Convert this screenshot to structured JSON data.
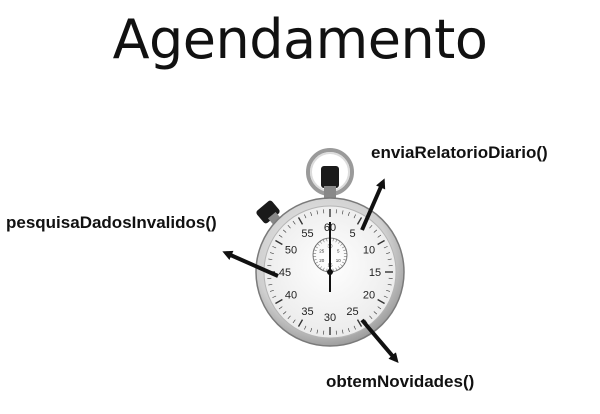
{
  "title": "Agendamento",
  "labels": {
    "top_right": "enviaRelatorioDiario()",
    "left": "pesquisaDadosInvalidos()",
    "bottom": "obtemNovidades()"
  },
  "stopwatch": {
    "dial_numbers": [
      "60",
      "5",
      "10",
      "15",
      "20",
      "25",
      "30",
      "35",
      "40",
      "45",
      "50",
      "55"
    ],
    "sub_dial_numbers": [
      "30",
      "5",
      "10",
      "15",
      "20",
      "25"
    ]
  }
}
